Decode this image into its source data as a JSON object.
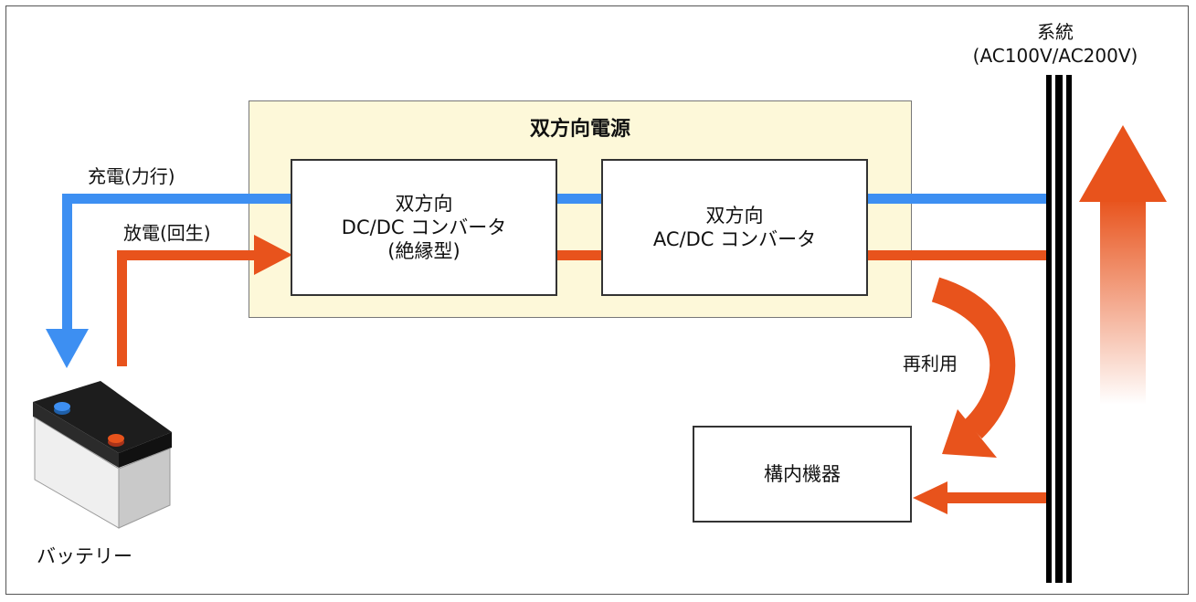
{
  "grid_label": {
    "line1": "系統",
    "line2": "(AC100V/AC200V)"
  },
  "power_unit": {
    "title": "双方向電源"
  },
  "dcdc": {
    "line1": "双方向",
    "line2": "DC/DC コンバータ",
    "line3": "(絶縁型)"
  },
  "acdc": {
    "line1": "双方向",
    "line2": "AC/DC コンバータ"
  },
  "flows": {
    "charge": "充電(力行)",
    "discharge": "放電(回生)",
    "reuse": "再利用"
  },
  "load": {
    "label": "構内機器"
  },
  "battery": {
    "label": "バッテリー"
  },
  "colors": {
    "charge_blue": "#3d8ff2",
    "discharge_orange": "#e8531c",
    "panel_fill": "#fdf8d9"
  }
}
